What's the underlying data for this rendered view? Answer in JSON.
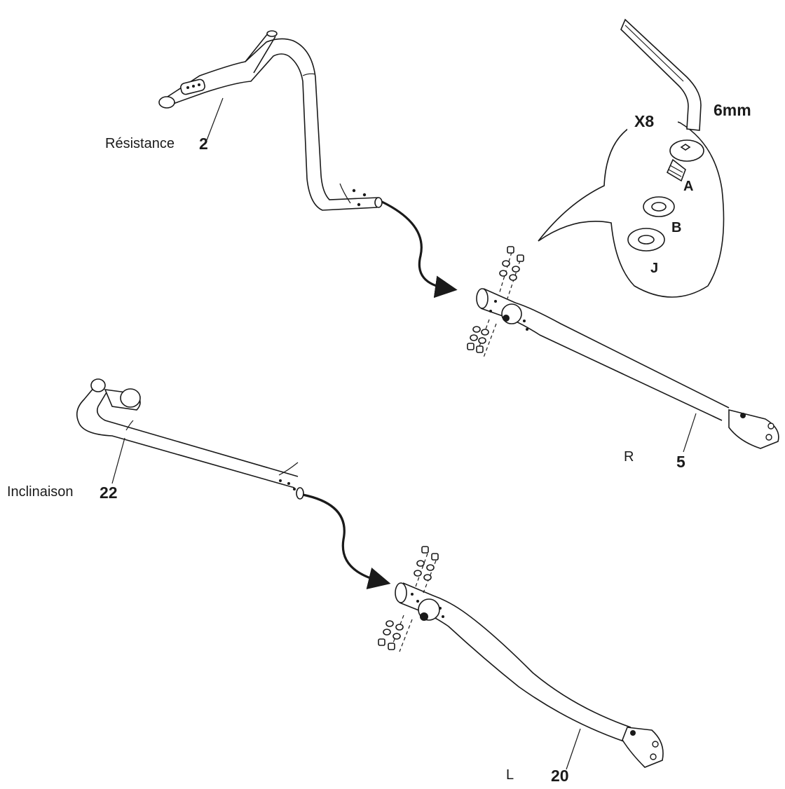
{
  "labels": {
    "resistance": "Résistance",
    "part_2": "2",
    "inclinaison": "Inclinaison",
    "part_22": "22",
    "side_r": "R",
    "part_5": "5",
    "side_l": "L",
    "part_20": "20",
    "quantity": "X8",
    "tool_size": "6mm",
    "hw_a": "A",
    "hw_b": "B",
    "hw_j": "J"
  },
  "hardware": {
    "A": "bolt-icon",
    "B": "spring-washer-icon",
    "J": "flat-washer-icon",
    "tool": "allen-key-icon"
  }
}
